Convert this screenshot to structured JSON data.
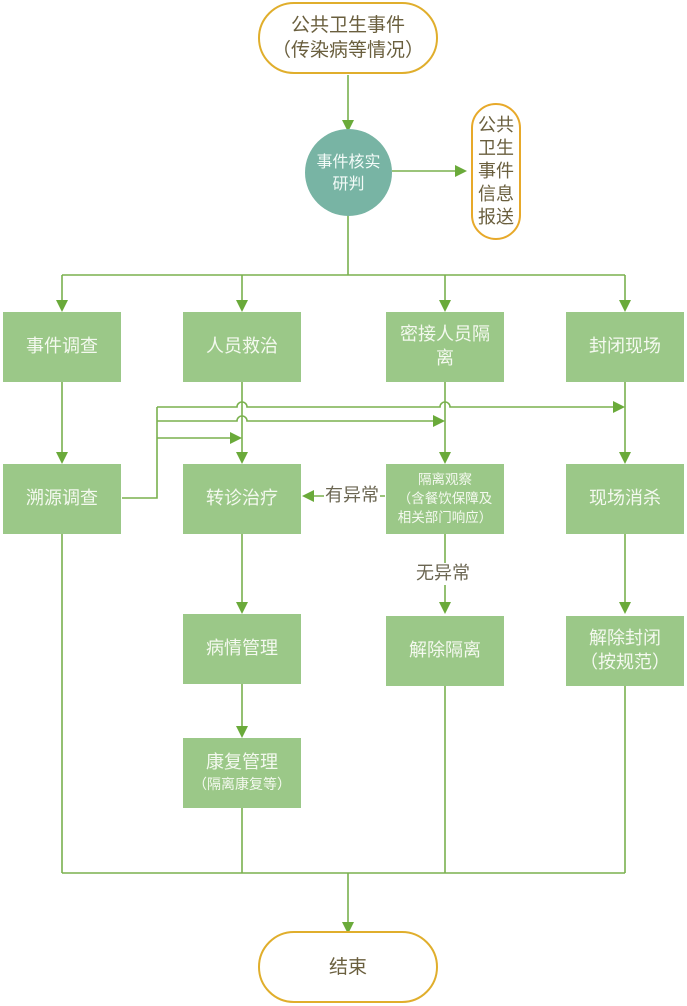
{
  "diagram": {
    "title": "公共卫生事件处置流程",
    "colors": {
      "box_fill": "#9bc888",
      "connector": "#6aaa3a",
      "terminal_border": "#e0ae2c",
      "decision_circle": "#78b4a4"
    },
    "start": {
      "line1": "公共卫生事件",
      "line2": "（传染病等情况）"
    },
    "verify": {
      "line1": "事件核实",
      "line2": "研判"
    },
    "report": {
      "chars": [
        "公共",
        "卫生",
        "事件",
        "信息",
        "报送"
      ]
    },
    "branches": {
      "investigation": "事件调查",
      "treatment": "人员救治",
      "contact_isolation": {
        "line1": "密接人员隔",
        "line2": "离"
      },
      "seal_site": "封闭现场"
    },
    "second_row": {
      "trace": "溯源调查",
      "transfer": "转诊治疗",
      "observation": {
        "line1": "隔离观察",
        "line2": "（含餐饮保障及",
        "line3": "相关部门响应）"
      },
      "disinfect": "现场消杀"
    },
    "third_row": {
      "condition": "病情管理",
      "release_isolation": "解除隔离",
      "release_seal": {
        "line1": "解除封闭",
        "line2": "（按规范）"
      }
    },
    "rehab": {
      "line1": "康复管理",
      "line2": "（隔离康复等）"
    },
    "edge_labels": {
      "abnormal": "有异常",
      "normal": "无异常"
    },
    "end": "结束"
  }
}
